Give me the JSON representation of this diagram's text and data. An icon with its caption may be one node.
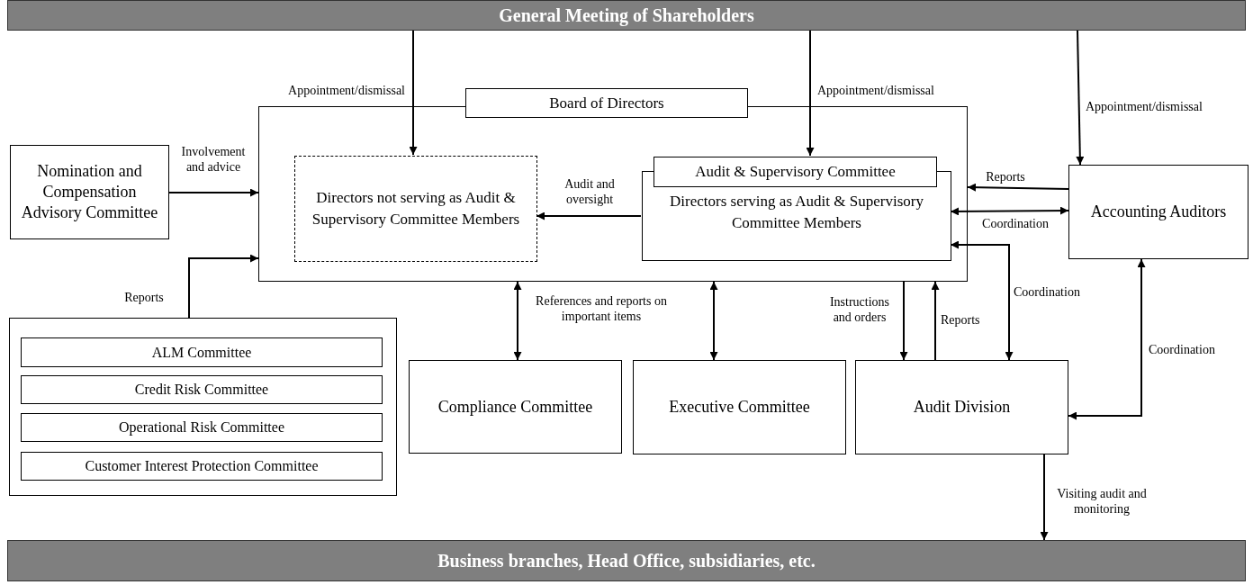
{
  "diagram": {
    "nodes": [
      {
        "text": [
          "General Meeting of Shareholders"
        ]
      },
      {
        "text": [
          "Nomination and Compensation Advisory Committee"
        ]
      },
      {
        "text": [
          "Board of Directors"
        ]
      },
      {
        "text": [
          "Directors not serving as Audit & Supervisory Committee Members"
        ],
        "in": 2
      },
      {
        "text": [
          "Audit & Supervisory Committee",
          "Directors serving as Audit & Supervisory Committee Members"
        ],
        "in": 2
      },
      {
        "text": [
          "Accounting Auditors"
        ]
      },
      {
        "text": [],
        "shape": "box"
      },
      {
        "text": [
          "ALM Committee"
        ],
        "in": 6
      },
      {
        "text": [
          "Credit Risk Committee"
        ],
        "in": 6
      },
      {
        "text": [
          "Operational Risk Committee"
        ],
        "in": 6
      },
      {
        "text": [
          "Customer Interest Protection Committee"
        ],
        "in": 6
      },
      {
        "text": [
          "Compliance Committee"
        ]
      },
      {
        "text": [
          "Executive Committee"
        ]
      },
      {
        "text": [
          "Audit Division"
        ]
      },
      {
        "text": [
          "Business branches, Head Office, subsidiaries, etc."
        ]
      }
    ],
    "edges": [
      {
        "from": 0,
        "to": 3,
        "arrow": "to",
        "label": "Appointment/dismissal"
      },
      {
        "from": 0,
        "to": 4,
        "arrow": "to",
        "label": "Appointment/dismissal"
      },
      {
        "from": 0,
        "to": 5,
        "arrow": "to",
        "label": "Appointment/dismissal"
      },
      {
        "from": 1,
        "to": 2,
        "arrow": "to",
        "label": "Involvement and advice"
      },
      {
        "from": 6,
        "to": 2,
        "arrow": "to",
        "label": "Reports"
      },
      {
        "from": 4,
        "to": 3,
        "arrow": "to",
        "label": "Audit and oversight"
      },
      {
        "from": 5,
        "to": 2,
        "arrow": "to",
        "label": "Reports"
      },
      {
        "from": 4,
        "to": 5,
        "arrow": "both",
        "label": "Coordination"
      },
      {
        "from": 4,
        "to": 13,
        "arrow": "both",
        "label": "Coordination"
      },
      {
        "from": 2,
        "to": 11,
        "arrow": "both",
        "label": "References and reports on important items"
      },
      {
        "from": 2,
        "to": 12,
        "arrow": "both"
      },
      {
        "from": 2,
        "to": 13,
        "arrow": "to",
        "label": "Instructions and orders"
      },
      {
        "from": 13,
        "to": 2,
        "arrow": "to",
        "label": "Reports"
      },
      {
        "from": 5,
        "to": 13,
        "arrow": "both",
        "label": "Coordination"
      },
      {
        "from": 13,
        "to": 14,
        "arrow": "to",
        "label": "Visiting audit and monitoring"
      }
    ]
  }
}
